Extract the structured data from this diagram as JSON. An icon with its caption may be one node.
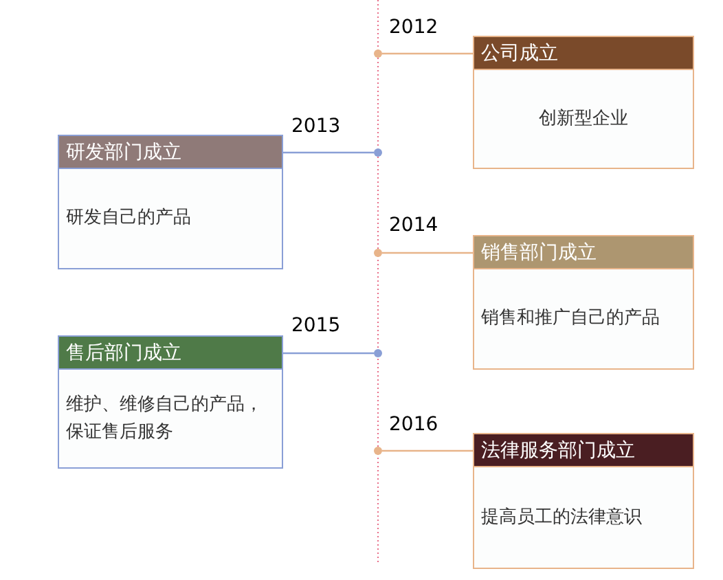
{
  "diagram": {
    "nodes": [
      {
        "text": [],
        "shape": "circle",
        "beside": [
          "2012"
        ]
      },
      {
        "text": [
          "公司成立",
          "创新型企业"
        ]
      },
      {
        "text": [
          "研发部门成立",
          "研发自己的产品"
        ],
        "beside": [
          "2013"
        ]
      },
      {
        "text": [],
        "shape": "circle"
      },
      {
        "text": [],
        "shape": "circle",
        "beside": [
          "2014"
        ]
      },
      {
        "text": [
          "销售部门成立",
          "销售和推广自己的产品"
        ]
      },
      {
        "text": [
          "售后部门成立",
          "维护、维修自己的产品，保证售后服务"
        ],
        "beside": [
          "2015"
        ]
      },
      {
        "text": [],
        "shape": "circle"
      },
      {
        "text": [],
        "shape": "circle",
        "beside": [
          "2016"
        ]
      },
      {
        "text": [
          "法律服务部门成立",
          "提高员工的法律意识"
        ]
      }
    ],
    "edges": [
      {
        "from": 0,
        "to": 1,
        "arrow": "none"
      },
      {
        "from": 2,
        "to": 3,
        "arrow": "none",
        "color": "#8a9fd6"
      },
      {
        "from": 4,
        "to": 5,
        "arrow": "none"
      },
      {
        "from": 6,
        "to": 7,
        "arrow": "none",
        "color": "#8a9fd6"
      },
      {
        "from": 8,
        "to": 9,
        "arrow": "none"
      }
    ]
  }
}
